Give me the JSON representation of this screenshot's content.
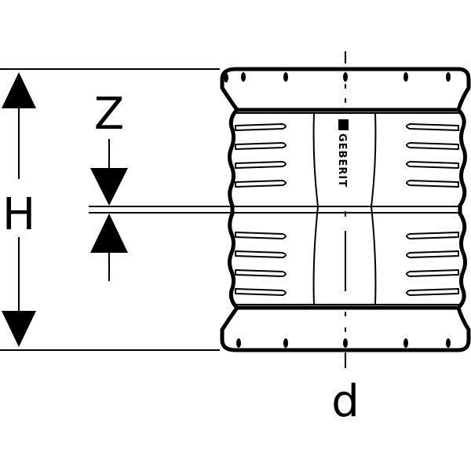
{
  "diagram": {
    "labels": {
      "height": "H",
      "offset": "Z",
      "diameter": "d"
    },
    "brand": "GEBERIT"
  }
}
